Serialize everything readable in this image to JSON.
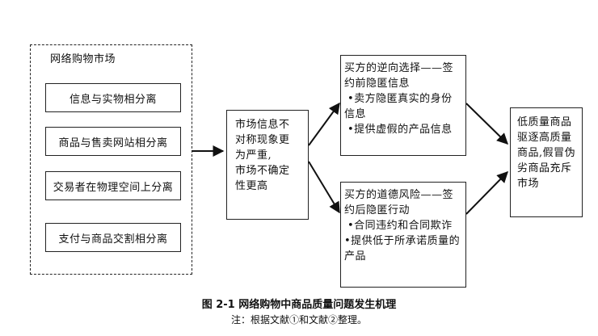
{
  "diagram": {
    "market_box": {
      "title": "网络购物市场",
      "factors": [
        "信息与实物相分离",
        "商品与售卖网站相分离",
        "交易者在物理空间上分离",
        "支付与商品交割相分离"
      ]
    },
    "middle_box": {
      "lines": [
        "市场信息不",
        "对称现象更",
        "为严重,",
        "市场不确定",
        "性更高"
      ]
    },
    "adverse_selection_box": {
      "lines": [
        "买方的逆向选择——签",
        "约前隐匿信息",
        "•卖方隐匿真实的身份",
        "信息",
        "•提供虚假的产品信息"
      ]
    },
    "moral_hazard_box": {
      "lines": [
        "买方的道德风险——签",
        "约后隐匿行动",
        "•合同违约和合同欺诈",
        "•提供低于所承诺质量的",
        "产品"
      ]
    },
    "result_box": {
      "lines": [
        "低质量商品",
        "驱逐高质量",
        "商品,假冒伪",
        "劣商品充斥",
        "市场"
      ]
    }
  },
  "caption": {
    "title": "图 2-1 网络购物中商品质量问题发生机理",
    "note": "注：根据文献①和文献②整理。"
  }
}
